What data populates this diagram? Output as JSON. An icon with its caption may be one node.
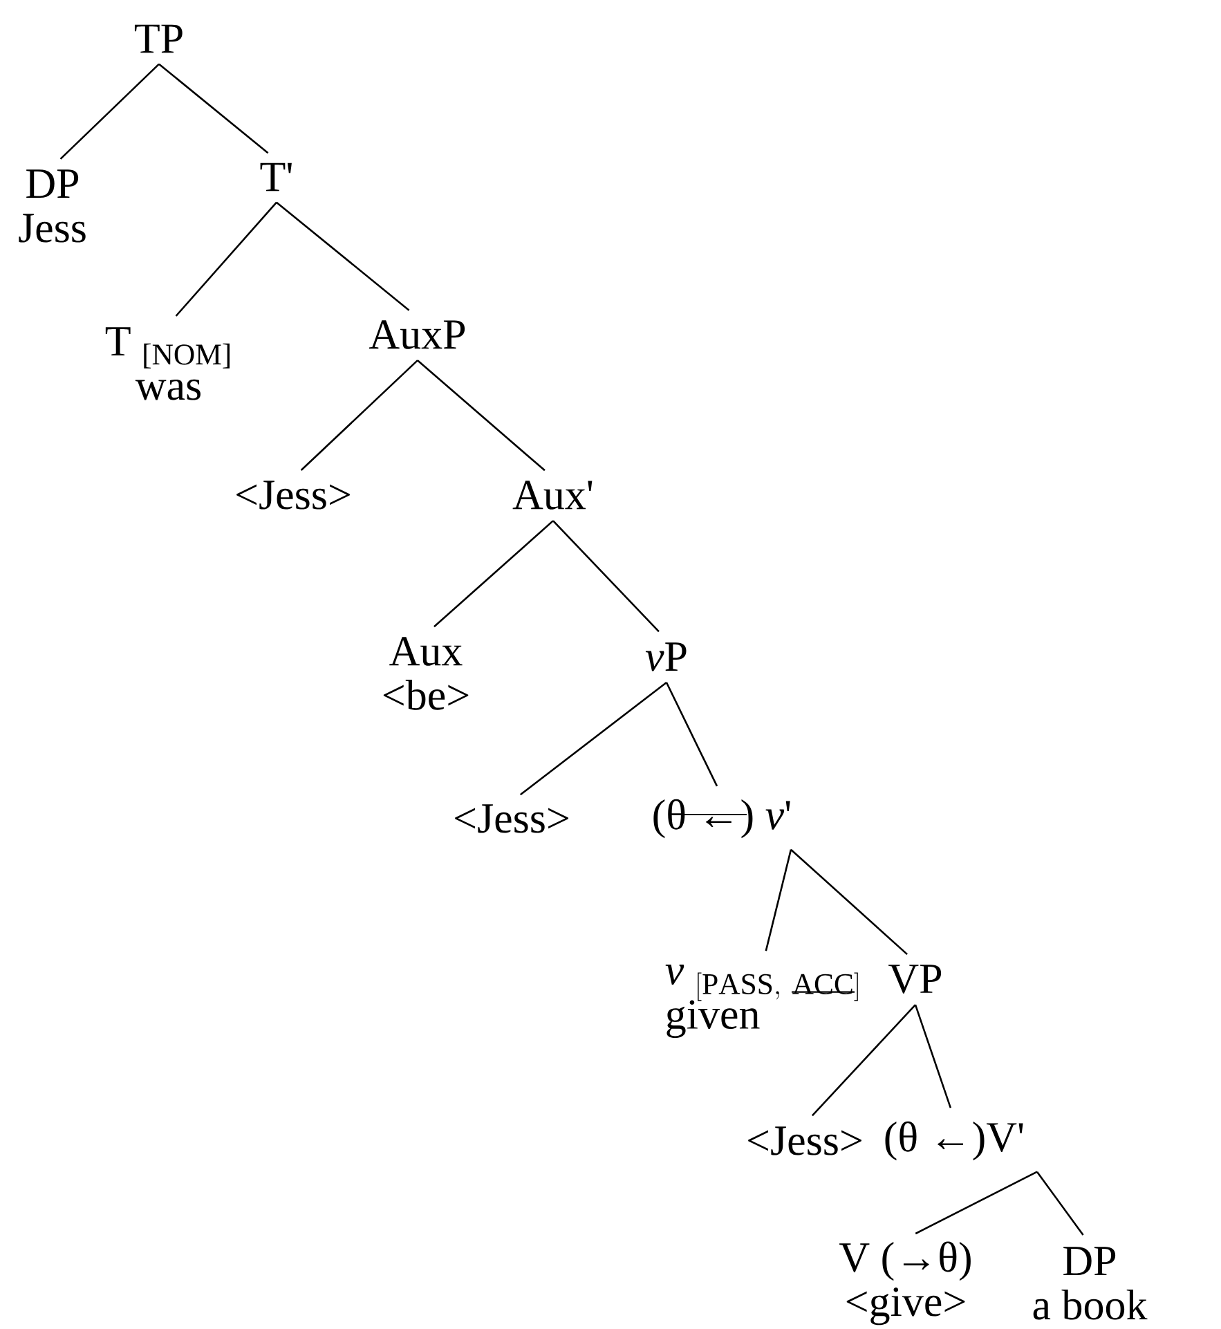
{
  "diagram": {
    "nodes": [
      {
        "text": [
          "TP"
        ]
      },
      {
        "text": [
          "DP",
          "Jess"
        ]
      },
      {
        "text": [
          "T'"
        ]
      },
      {
        "text": [
          "T $_{[NOM]}$",
          "was"
        ]
      },
      {
        "text": [
          "AuxP"
        ]
      },
      {
        "text": [
          "<Jess>"
        ]
      },
      {
        "text": [
          "Aux'"
        ]
      },
      {
        "text": [
          "Aux",
          "<be>"
        ]
      },
      {
        "text": [
          "\\mathit{v}\\mathrm{P}"
        ]
      },
      {
        "text": [
          "<Jess>"
        ]
      },
      {
        "text": [
          "(θ ←) *v*'"
        ]
      },
      {
        "text": [
          "\\mathit{v}\\ _{\\mathrm{[PASS,\\ ACC]}}",
          "given"
        ]
      },
      {
        "text": [
          "VP"
        ]
      },
      {
        "text": [
          "<Jess>"
        ]
      },
      {
        "text": [
          "(θ ←)V'"
        ]
      },
      {
        "text": [
          "V (→θ)",
          "<give>"
        ]
      },
      {
        "text": [
          "DP",
          "a book"
        ]
      }
    ],
    "edges": [
      {
        "from": 0,
        "to": 1,
        "arrow": "none"
      },
      {
        "from": 0,
        "to": 2,
        "arrow": "none"
      },
      {
        "from": 2,
        "to": 3,
        "arrow": "none"
      },
      {
        "from": 2,
        "to": 4,
        "arrow": "none"
      },
      {
        "from": 4,
        "to": 5,
        "arrow": "none"
      },
      {
        "from": 4,
        "to": 6,
        "arrow": "none"
      },
      {
        "from": 6,
        "to": 7,
        "arrow": "none"
      },
      {
        "from": 6,
        "to": 8,
        "arrow": "none"
      },
      {
        "from": 8,
        "to": 9,
        "arrow": "none"
      },
      {
        "from": 8,
        "to": 10,
        "arrow": "none"
      },
      {
        "from": 10,
        "to": 11,
        "arrow": "none"
      },
      {
        "from": 10,
        "to": 12,
        "arrow": "none"
      },
      {
        "from": 14,
        "to": 15,
        "arrow": "none"
      },
      {
        "from": 14,
        "to": 16,
        "arrow": "none"
      },
      {
        "from": 12,
        "to": 13,
        "arrow": "none"
      },
      {
        "from": 12,
        "to": 14,
        "arrow": "none"
      }
    ]
  }
}
